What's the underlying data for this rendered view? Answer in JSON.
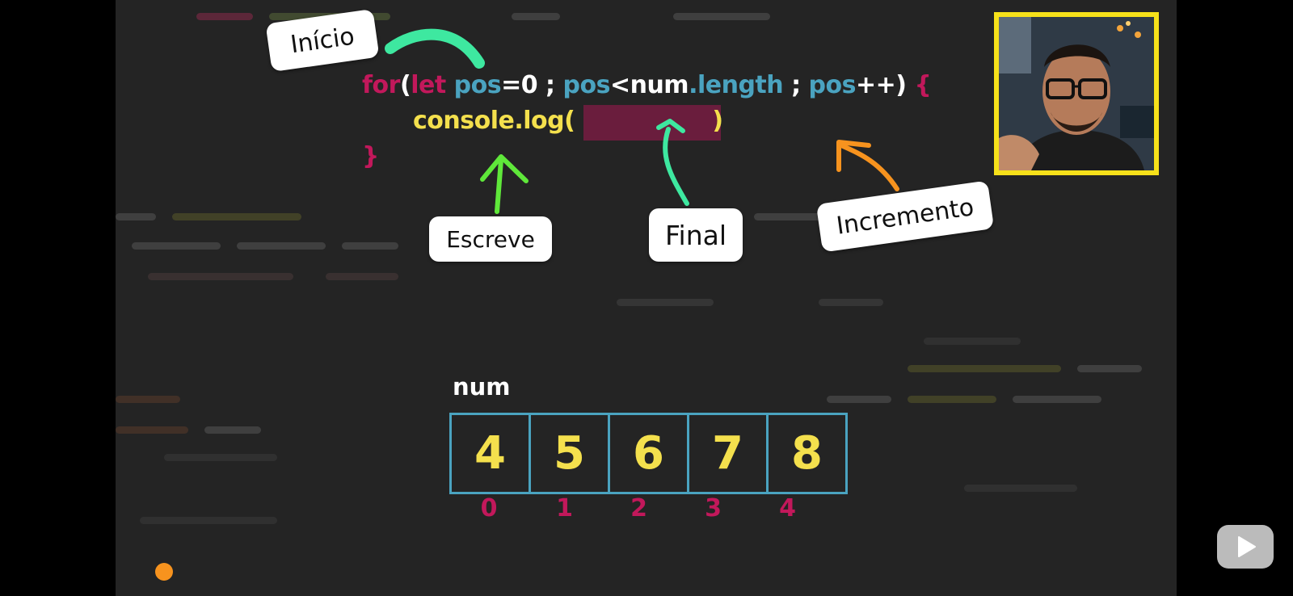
{
  "code": {
    "line1": {
      "for": "for",
      "open_paren": "(",
      "let": "let",
      "var1": "pos",
      "init": "=0",
      "semi1": ";",
      "var2": "pos",
      "lt": "<",
      "num": "num",
      "dot_length": ".length",
      "semi2": ";",
      "var3": "pos",
      "incr": "++)",
      "brace": "{"
    },
    "line2": {
      "call": "console.log(",
      "close": ")"
    },
    "line3": {
      "brace": "}"
    }
  },
  "annotations": {
    "inicio": "Início",
    "escreve": "Escreve",
    "final": "Final",
    "incremento": "Incremento"
  },
  "array": {
    "name": "num",
    "values": [
      "4",
      "5",
      "6",
      "7",
      "8"
    ],
    "indices": [
      "0",
      "1",
      "2",
      "3",
      "4"
    ]
  },
  "colors": {
    "keyword": "#c2185b",
    "variable": "#4aa3c0",
    "call": "#f4e04d",
    "arrow_green": "#3ee8a0",
    "arrow_orange": "#f7931e",
    "webcam_border": "#f6e11a"
  },
  "icons": {
    "overlay": "play-icon",
    "indicator": "orange-dot-icon"
  }
}
